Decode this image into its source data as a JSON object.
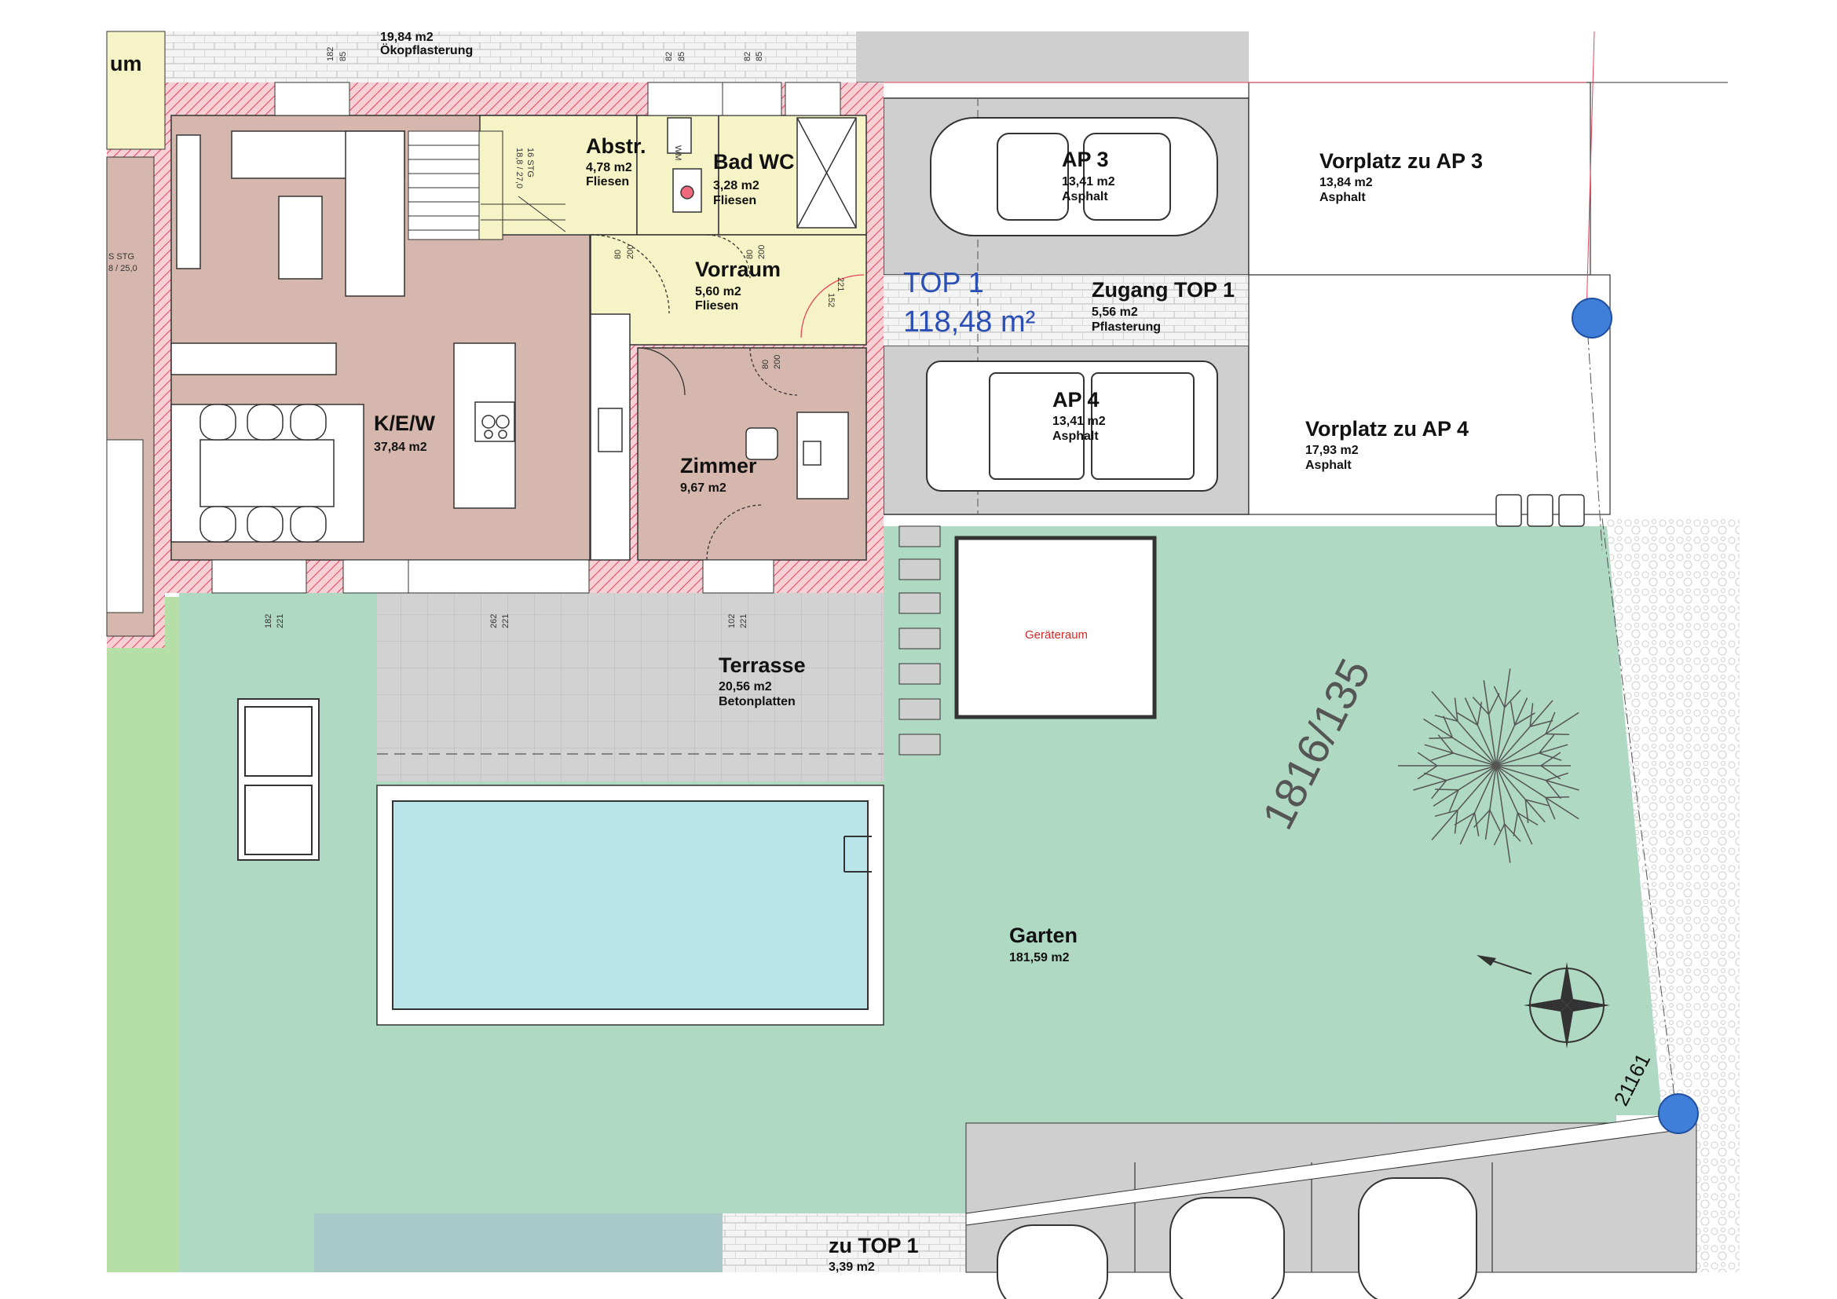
{
  "top_unit": {
    "title": "TOP 1",
    "area": "118,48 m²"
  },
  "parcel": {
    "number": "1816/135",
    "neighbor_number": "21161"
  },
  "rooms": {
    "abstr": {
      "name": "Abstr.",
      "area": "4,78 m2",
      "material": "Fliesen"
    },
    "bad": {
      "name": "Bad WC",
      "area": "3,28 m2",
      "material": "Fliesen"
    },
    "vorraum": {
      "name": "Vorraum",
      "area": "5,60 m2",
      "material": "Fliesen"
    },
    "kew": {
      "name": "K/E/W",
      "area": "37,84 m2"
    },
    "zimmer": {
      "name": "Zimmer",
      "area": "9,67 m2"
    },
    "terrasse": {
      "name": "Terrasse",
      "area": "20,56 m2",
      "material": "Betonplatten"
    },
    "garten": {
      "name": "Garten",
      "area": "181,59 m2"
    },
    "geraeteraum": {
      "name": "Geräteraum"
    }
  },
  "outdoor": {
    "ap3": {
      "name": "AP 3",
      "area": "13,41 m2",
      "material": "Asphalt"
    },
    "ap4": {
      "name": "AP 4",
      "area": "13,41 m2",
      "material": "Asphalt"
    },
    "vorplatz_ap3": {
      "name": "Vorplatz zu AP 3",
      "area": "13,84 m2",
      "material": "Asphalt"
    },
    "vorplatz_ap4": {
      "name": "Vorplatz zu AP 4",
      "area": "17,93 m2",
      "material": "Asphalt"
    },
    "zugang": {
      "name": "Zugang TOP 1",
      "area": "5,56 m2",
      "material": "Pflasterung"
    },
    "zu_top1": {
      "name": "zu TOP 1",
      "area": "3,39 m2"
    },
    "top_strip": {
      "area": "19,84 m2",
      "material": "Ökopflasterung"
    },
    "cut_label": "um",
    "stair_left": "S STG",
    "stair_left_b": "8 / 25,0"
  },
  "fixtures": {
    "washing_machine": "WM",
    "stair_steps": "16 STG",
    "stair_ratio": "18,8 / 27,0"
  },
  "dimensions": {
    "d182": "182",
    "d85": "85",
    "d82": "82",
    "d80": "80",
    "d200": "200",
    "d221": "221",
    "d152": "152",
    "d262": "262",
    "d102": "102"
  },
  "colors": {
    "garden": "#b0d9c4",
    "living": "#d6b7ad",
    "wet": "#f6f4c6",
    "wall": "#e8425a",
    "pool": "#b9e4ea",
    "parking": "#cfcfcf",
    "top_label": "#2c4fb5",
    "marker": "#3f7ed9"
  }
}
